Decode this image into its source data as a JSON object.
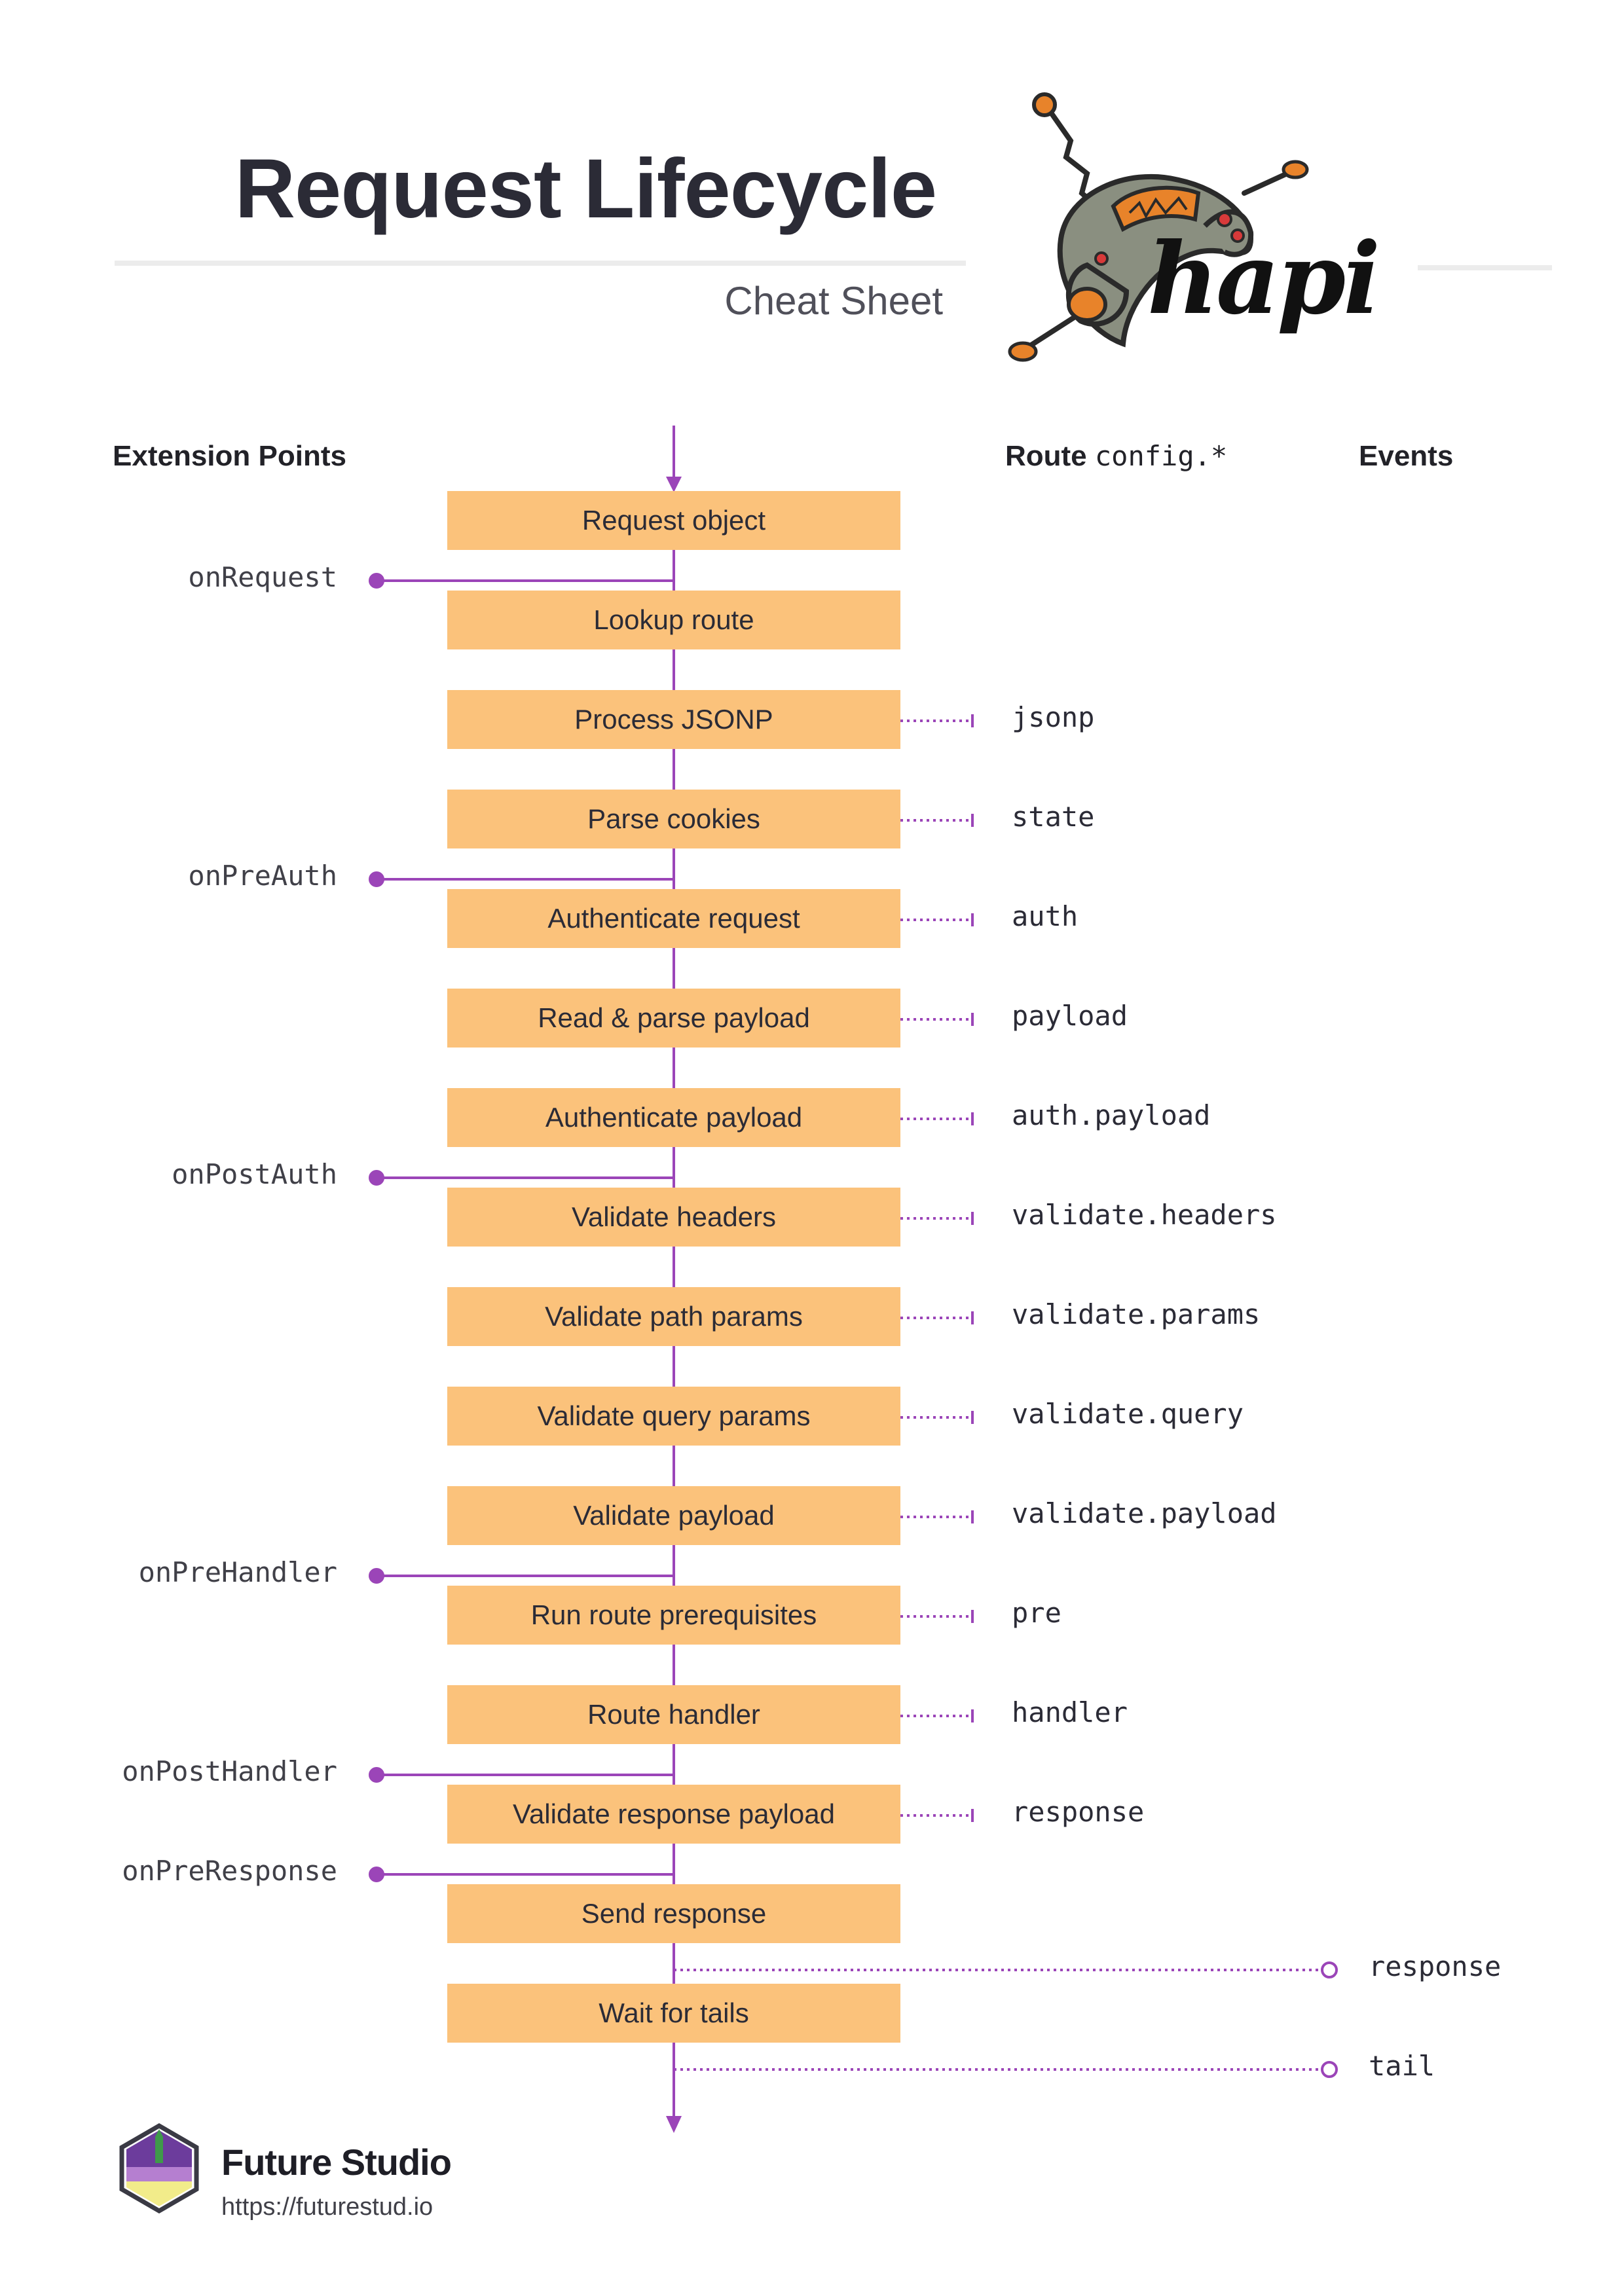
{
  "header": {
    "title": "Request Lifecycle",
    "subtitle": "Cheat Sheet",
    "logo_text": "hapi"
  },
  "columns": {
    "extension_points": "Extension Points",
    "route_config_prefix": "Route",
    "route_config_code": "config.*",
    "events": "Events"
  },
  "stages": [
    {
      "label": "Request object"
    },
    {
      "label": "Lookup route"
    },
    {
      "label": "Process JSONP",
      "config": "jsonp"
    },
    {
      "label": "Parse cookies",
      "config": "state"
    },
    {
      "label": "Authenticate request",
      "config": "auth"
    },
    {
      "label": "Read & parse payload",
      "config": "payload"
    },
    {
      "label": "Authenticate payload",
      "config": "auth.payload"
    },
    {
      "label": "Validate headers",
      "config": "validate.headers"
    },
    {
      "label": "Validate path params",
      "config": "validate.params"
    },
    {
      "label": "Validate query params",
      "config": "validate.query"
    },
    {
      "label": "Validate payload",
      "config": "validate.payload"
    },
    {
      "label": "Run route prerequisites",
      "config": "pre"
    },
    {
      "label": "Route handler",
      "config": "handler"
    },
    {
      "label": "Validate response payload",
      "config": "response"
    },
    {
      "label": "Send response"
    },
    {
      "label": "Wait for tails"
    }
  ],
  "extension_points": [
    {
      "label": "onRequest",
      "after_stage": 0
    },
    {
      "label": "onPreAuth",
      "after_stage": 3
    },
    {
      "label": "onPostAuth",
      "after_stage": 6
    },
    {
      "label": "onPreHandler",
      "after_stage": 10
    },
    {
      "label": "onPostHandler",
      "after_stage": 12
    },
    {
      "label": "onPreResponse",
      "after_stage": 13
    }
  ],
  "events": [
    {
      "label": "response",
      "after_stage": 14
    },
    {
      "label": "tail",
      "after_stage": 15
    }
  ],
  "footer": {
    "brand": "Future Studio",
    "url": "https://futurestud.io"
  },
  "colors": {
    "stage_fill": "#fbc27b",
    "connector": "#9b45b8",
    "text": "#2b2b36"
  }
}
